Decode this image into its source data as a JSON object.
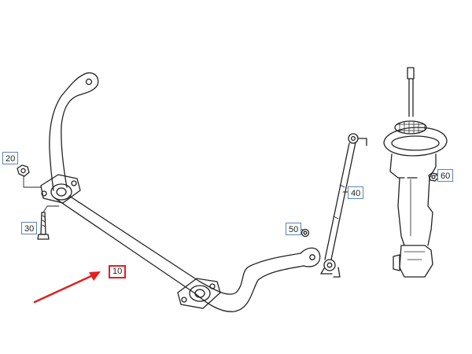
{
  "callouts": {
    "c10": "10",
    "c20": "20",
    "c30": "30",
    "c40": "40",
    "c50": "50",
    "c60": "60"
  },
  "highlight": {
    "color": "#e02020",
    "part": "10"
  },
  "colors": {
    "line": "#222222",
    "callout_border": "#5a86b8"
  }
}
